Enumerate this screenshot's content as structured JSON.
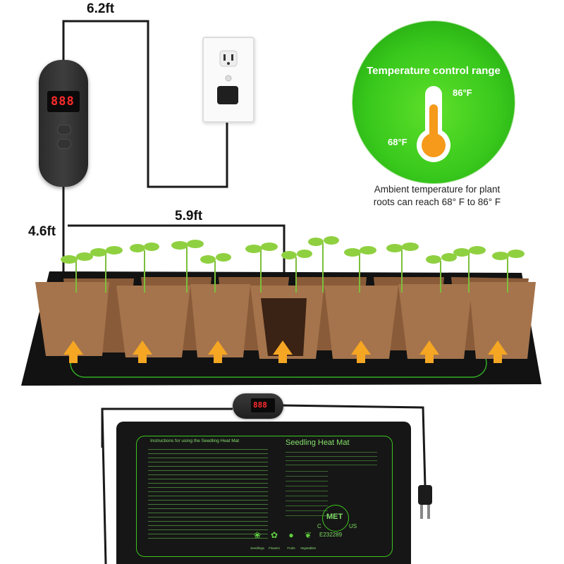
{
  "dimensions": {
    "top_cord": "6.2ft",
    "left_cord": "4.6ft",
    "middle_cord": "5.9ft"
  },
  "temperature": {
    "title": "Temperature control range",
    "high": "86°F",
    "low": "68°F",
    "caption_line1": "Ambient temperature for plant",
    "caption_line2": "roots can reach 68° F to 86° F"
  },
  "controller": {
    "display": "888"
  },
  "mat": {
    "title": "Seedling Heat Mat",
    "instructions_title": "Instructions for using the Seedling Heat Mat",
    "certification": "MET",
    "cert_c": "C",
    "cert_us": "US",
    "cert_number": "E232289",
    "categories": [
      "Seedlings",
      "Flowers",
      "Fruits",
      "Vegetables"
    ]
  },
  "colors": {
    "accent_green": "#3cc61e",
    "mat_black": "#111111",
    "arrow_orange": "#f5a623",
    "pot_brown": "#9b6b45"
  }
}
